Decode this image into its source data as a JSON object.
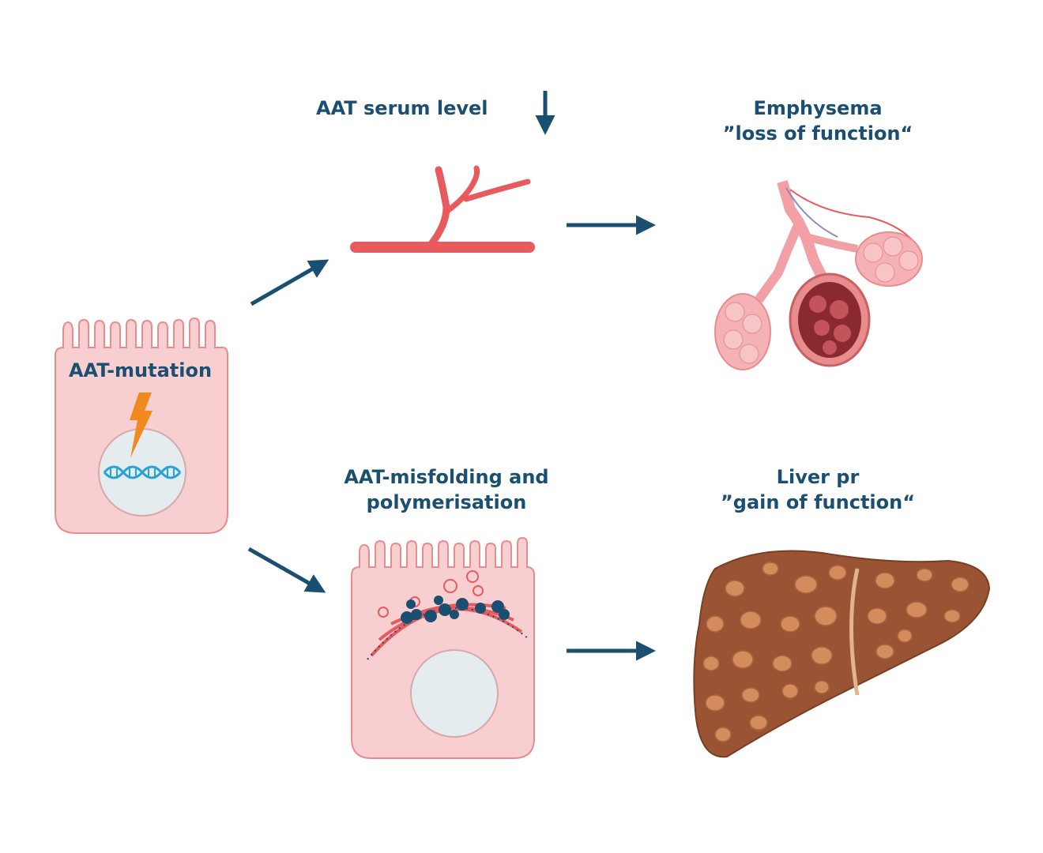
{
  "labels": {
    "serum": "AAT serum level",
    "emphysema_title": "Emphysema",
    "emphysema_sub": "”loss of function“",
    "mutation": "AAT-mutation",
    "misfold_line1": "AAT-misfolding and",
    "misfold_line2": "polymerisation",
    "liver_title": "Liver pr",
    "liver_sub": "”gain of function“"
  },
  "colors": {
    "text": "#1b4f72",
    "arrow": "#1b4f72",
    "cell_fill": "#f7cfd0",
    "cell_stroke": "#e88c8e",
    "vessel": "#e85a5e",
    "nucleus": "#e4ecf0",
    "lightning": "#f08a1c",
    "dna": "#2aa3d4",
    "lung": "#f2a0a6",
    "liver": "#9a5434",
    "nodule": "#d48c5c"
  },
  "icons": [
    "down-arrow-icon",
    "lightning-icon",
    "dna-icon",
    "blood-vessel-icon",
    "lung-icon",
    "liver-icon"
  ]
}
